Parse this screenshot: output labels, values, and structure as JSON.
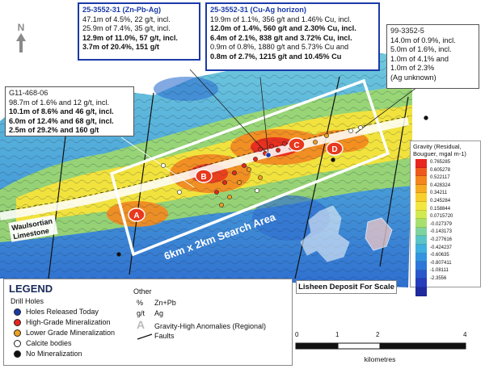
{
  "callouts": {
    "zn_pb_ag": {
      "title": "25-3552-31 (Zn-Pb-Ag)",
      "lines": [
        "47.1m of 4.5%, 22 g/t, incl.",
        "25.9m of 7.4%, 35 g/t, incl.",
        "12.9m of 11.0%, 57 g/t, incl.",
        "3.7m of 20.4%, 151 g/t"
      ]
    },
    "cu_ag": {
      "title": "25-3552-31 (Cu-Ag horizon)",
      "lines": [
        "19.9m of 1.1%, 356 g/t and 1.46% Cu, incl.",
        "12.0m of 1.4%, 560 g/t and 2.30% Cu, incl.",
        "6.4m of 2.1%, 838 g/t and 3.72% Cu, incl.",
        "0.9m of 0.8%, 1880 g/t and 5.73% Cu and",
        "0.8m of 2.7%, 1215 g/t and 10.45% Cu"
      ]
    },
    "hole_99": {
      "title": "99-3352-5",
      "lines": [
        "14.0m of 0.9%, incl.",
        "5.0m of 1.6%, incl.",
        "1.0m of 4.1% and",
        "1.0m of 2.3%",
        "(Ag unknown)"
      ]
    },
    "hole_g11": {
      "title": "G11-468-06",
      "lines": [
        "98.7m of 1.6% and 12 g/t, incl.",
        "10.1m of 8.6% and 46 g/t, incl.",
        "6.0m of 12.4% and 68 g/t, incl.",
        "2.5m of 29.2% and 160 g/t"
      ]
    }
  },
  "map_labels": {
    "north": "N",
    "anomaly_a": "A",
    "anomaly_b": "B",
    "anomaly_c": "C",
    "anomaly_d": "D",
    "waulsortian_1": "Waulsortian",
    "waulsortian_2": "Limestone",
    "search_area": "6km x 2km Search Area",
    "lisheen": "Lisheen Deposit For Scale"
  },
  "legend": {
    "title": "LEGEND",
    "drill_holes_label": "Drill Holes",
    "items": [
      {
        "label": "Holes Released Today",
        "color": "#1a3aa8"
      },
      {
        "label": "High-Grade Mineralization",
        "color": "#e8251e"
      },
      {
        "label": "Lower Grade Mineralization",
        "color": "#f0a020"
      },
      {
        "label": "Calcite bodies",
        "color": "#ffffff"
      },
      {
        "label": "No Mineralization",
        "color": "#111111"
      }
    ],
    "other_label": "Other",
    "other": [
      {
        "symbol": "%",
        "label": "Zn+Pb"
      },
      {
        "symbol": "g/t",
        "label": "Ag"
      },
      {
        "symbol": "A",
        "label": "Gravity-High Anomalies (Regional)"
      },
      {
        "symbol": "",
        "label": "Faults"
      }
    ]
  },
  "gravity": {
    "title": "Gravity (Residual, Bouguer, mgal m-1)",
    "values": [
      "0.765285",
      "0.605278",
      "0.522117",
      "0.428324",
      "0.34211",
      "0.245284",
      "0.158844",
      "0.0715720",
      "-0.027379",
      "-0.143173",
      "-0.277616",
      "-0.424237",
      "-0.60635",
      "-0.807411",
      "-1.08111",
      "-2.3556"
    ],
    "colors": [
      "#e8251e",
      "#ef5a1c",
      "#f3861c",
      "#f6ac22",
      "#f8cf2c",
      "#f2e640",
      "#d2ea52",
      "#a8e070",
      "#7fd3a0",
      "#5ac4c8",
      "#3fb0e0",
      "#3494e2",
      "#2e76da",
      "#2a58cc",
      "#263dbc",
      "#1f2a9e"
    ]
  },
  "scale": {
    "ticks": [
      "0",
      "1",
      "2",
      "4"
    ],
    "units": "kilometres"
  }
}
